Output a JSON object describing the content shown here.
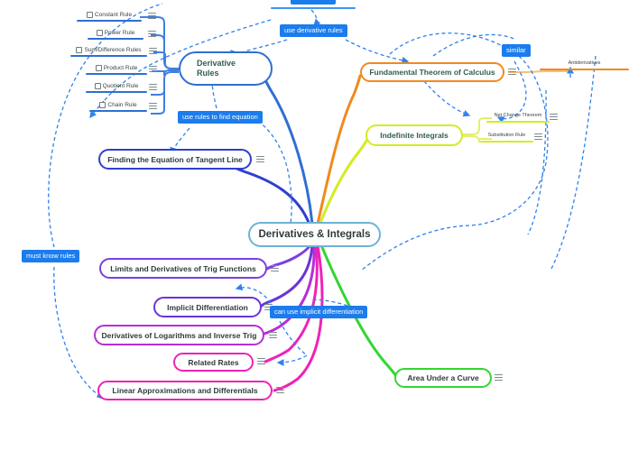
{
  "map": {
    "title": "Derivatives & Integrals",
    "central_node": {
      "label": "Derivatives & Integrals",
      "border_color": "#6fb3d6",
      "text_color": "#2f3b3b"
    },
    "branches": [
      {
        "id": "derivative-rules",
        "label": "Derivative Rules",
        "label_line1": "Derivative",
        "label_line2": "Rules",
        "color": "#2f6fd0",
        "children": [
          {
            "label": "Constant Rule",
            "checkbox": true,
            "color": "#2f6fd0"
          },
          {
            "label": "Power Rule",
            "checkbox": true,
            "color": "#2f6fd0"
          },
          {
            "label": "Sum/Difference Rules",
            "checkbox": true,
            "color": "#2f6fd0"
          },
          {
            "label": "Product Rule",
            "checkbox": true,
            "color": "#2f6fd0"
          },
          {
            "label": "Quotient Rule",
            "checkbox": true,
            "color": "#2f6fd0"
          },
          {
            "label": "Chain Rule",
            "checkbox": true,
            "color": "#2f6fd0"
          }
        ]
      },
      {
        "id": "finding-tangent-line",
        "label": "Finding the Equation of Tangent Line",
        "color": "#2f3fd0",
        "children": []
      },
      {
        "id": "fundamental-theorem",
        "label": "Fundamental Theorem of Calculus",
        "color": "#f08a1e",
        "children": [
          {
            "label": "Antiderivatives",
            "checkbox": false,
            "color": "#f08a1e"
          }
        ]
      },
      {
        "id": "indefinite-integrals",
        "label": "Indefinite Integrals",
        "color": "#d4ec1f",
        "children": [
          {
            "label": "Net Change Theorem",
            "checkbox": false,
            "color": "#d4ec1f"
          },
          {
            "label": "Substitution Rule",
            "checkbox": false,
            "color": "#d4ec1f"
          }
        ]
      },
      {
        "id": "limits-derivatives-trig",
        "label": "Limits and Derivatives of Trig Functions",
        "color": "#7b3fe4",
        "children": []
      },
      {
        "id": "implicit-differentiation",
        "label": "Implicit Differentiation",
        "color": "#6a34d8",
        "children": []
      },
      {
        "id": "derivatives-logs-inverse-trig",
        "label": "Derivatives of Logarithms and Inverse Trig",
        "color": "#b62fd8",
        "children": []
      },
      {
        "id": "related-rates",
        "label": "Related Rates",
        "color": "#ee22b8",
        "children": []
      },
      {
        "id": "linear-approximations",
        "label": "Linear Approximations and Differentials",
        "color": "#ee22b8",
        "children": []
      },
      {
        "id": "area-under-curve",
        "label": "Area Under a Curve",
        "color": "#33d633",
        "children": []
      }
    ],
    "relation_labels": [
      {
        "id": "use-derivative-rules",
        "text": "use derivative rules"
      },
      {
        "id": "use-rules-to-find-equation",
        "text": "use rules to find equation"
      },
      {
        "id": "must-know-rules",
        "text": "must know rules"
      },
      {
        "id": "can-use-implicit-differentiation",
        "text": "can use implicit differentiation"
      },
      {
        "id": "similar",
        "text": "similar"
      }
    ],
    "colors": {
      "relation_label_bg": "#1b7ced",
      "relation_label_text": "#ffffff",
      "dashed_connector": "#2f82ee",
      "canvas_background": "#ffffff",
      "node_text": "#2f3b3b",
      "toggle_icon": "#7d8a8a"
    }
  }
}
